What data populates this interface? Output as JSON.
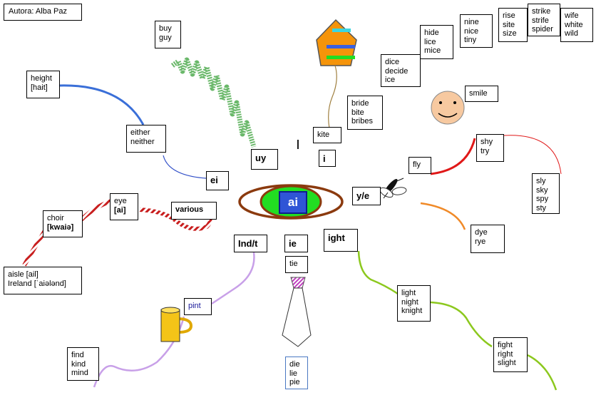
{
  "author": "Autora: Alba Paz",
  "center": "ai",
  "separator": "|",
  "groups": {
    "buy": [
      "buy",
      "guy"
    ],
    "height": [
      "height",
      "[hait]"
    ],
    "either": [
      "either",
      "neither"
    ],
    "uy": "uy",
    "ei": "ei",
    "eye": [
      "eye",
      "[ai]"
    ],
    "various": "various",
    "choir": [
      "choir",
      "[kwaiə]"
    ],
    "aisle": [
      "aisle [ail]",
      "Ireland [ˈaiələnd]"
    ],
    "ind": "Ind/t",
    "ie": "ie",
    "tie": "tie",
    "die": [
      "die",
      "lie",
      "pie"
    ],
    "pint": "pint",
    "find": [
      "find",
      "kind",
      "mind"
    ],
    "ight": "ight",
    "light": [
      "light",
      "night",
      "knight"
    ],
    "fight": [
      "fight",
      "right",
      "slight"
    ],
    "ye": "y/e",
    "dye": [
      "dye",
      "rye"
    ],
    "fly": "fly",
    "shy": [
      "shy",
      "try"
    ],
    "sly": [
      "sly",
      "sky",
      "spy",
      "sty"
    ],
    "i": "i",
    "kite": "kite",
    "bride": [
      "bride",
      "bite",
      "bribes"
    ],
    "dice": [
      "dice",
      "decide",
      "ice"
    ],
    "hide": [
      "hide",
      "lice",
      "mice"
    ],
    "nine": [
      "nine",
      "nice",
      "tiny"
    ],
    "rise": [
      "rise",
      "site",
      "size"
    ],
    "strike": [
      "strike",
      "strife",
      "spider"
    ],
    "wife": [
      "wife",
      "white",
      "wild"
    ],
    "smile": "smile"
  },
  "colors": {
    "eye_outer": "#8b3a0e",
    "eye_iris": "#22dd22",
    "eye_pupil": "#2f55d6",
    "kite_fill": "#f5940a",
    "height_line": "#3a6fd8",
    "ei_line": "#3250c8",
    "red_stripe": "#c81e1e",
    "lavender": "#c8a0e8",
    "lime": "#8cc81e",
    "fly_line": "#e01818",
    "orange_line": "#f08a28",
    "mug": "#f4c418",
    "smile_face": "#f7c9a0"
  }
}
